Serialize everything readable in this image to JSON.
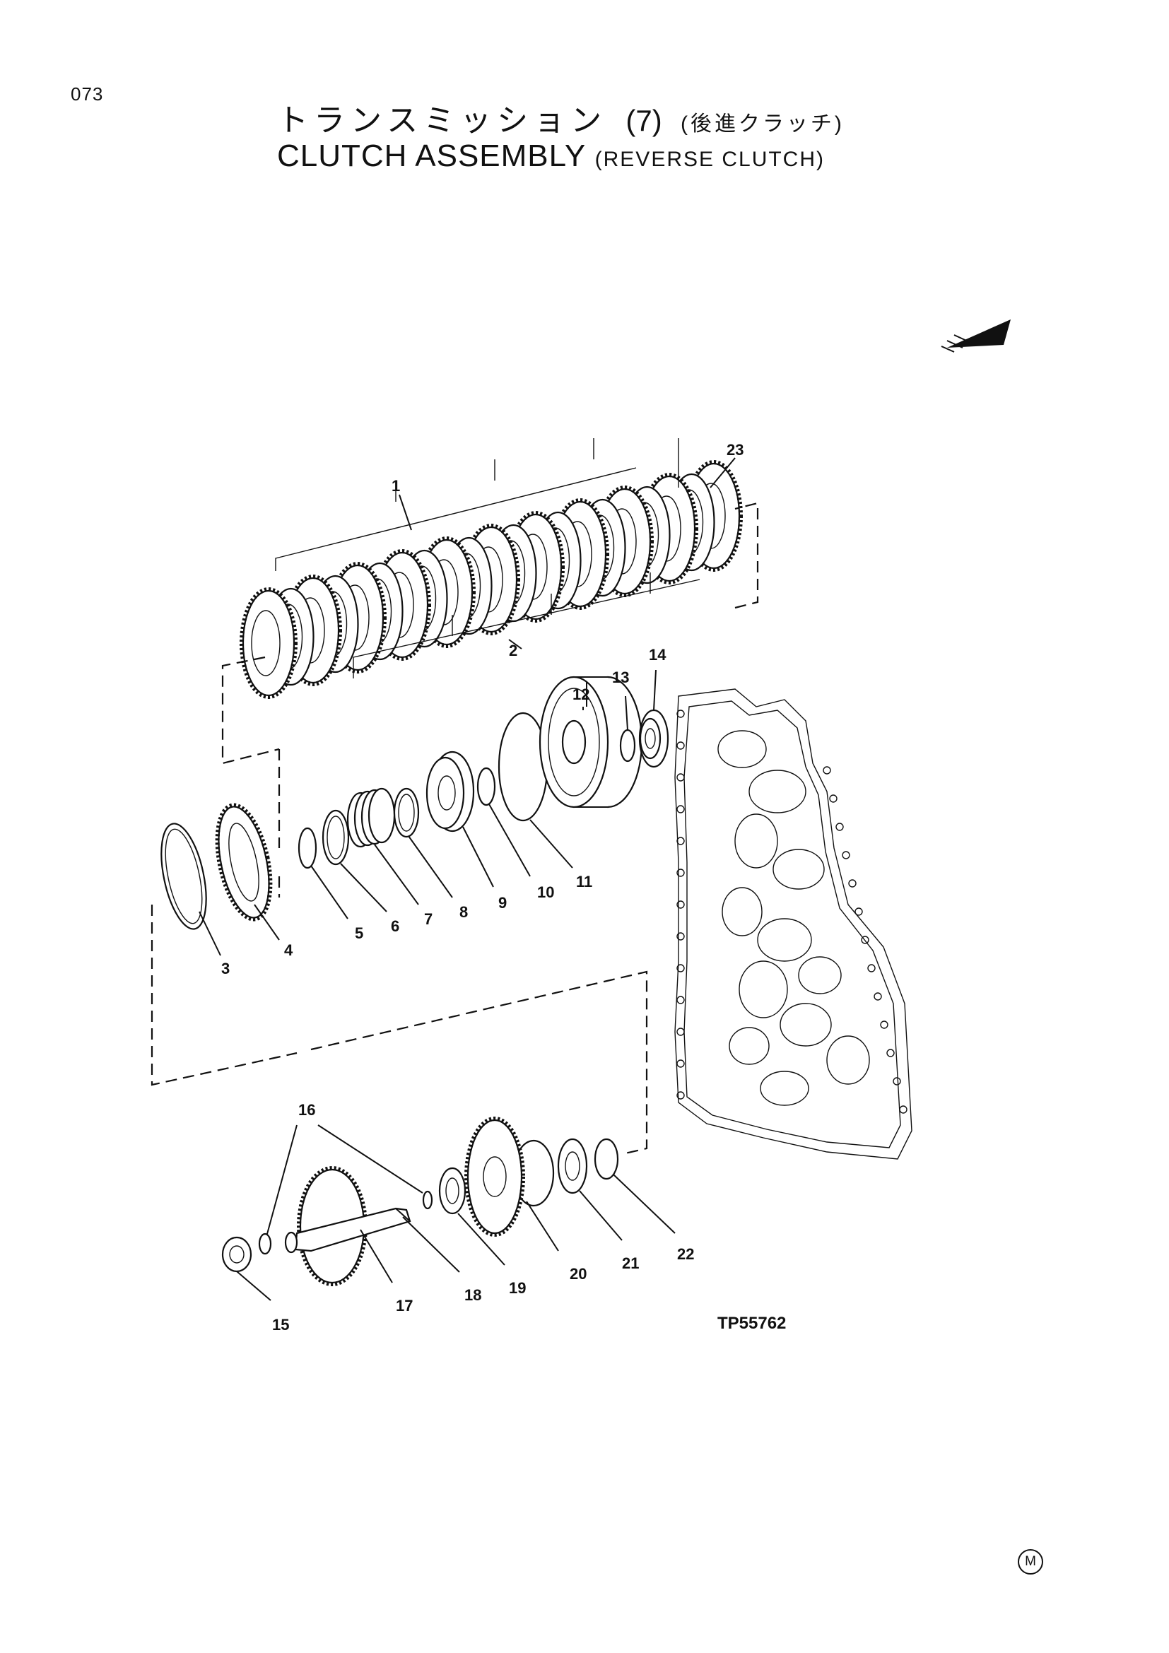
{
  "page": {
    "number": "073",
    "title_jp_main": "トランスミッション",
    "title_jp_num": "(7)",
    "title_jp_sub": "(後進クラッチ)",
    "title_en_main": "CLUTCH ASSEMBLY",
    "title_en_sub": "(REVERSE CLUTCH)",
    "drawing_code": "TP55762",
    "corner_mark": "M"
  },
  "labels": [
    "1",
    "2",
    "3",
    "4",
    "5",
    "6",
    "7",
    "8",
    "9",
    "10",
    "11",
    "12",
    "13",
    "14",
    "15",
    "16",
    "17",
    "18",
    "19",
    "20",
    "21",
    "22",
    "23"
  ]
}
